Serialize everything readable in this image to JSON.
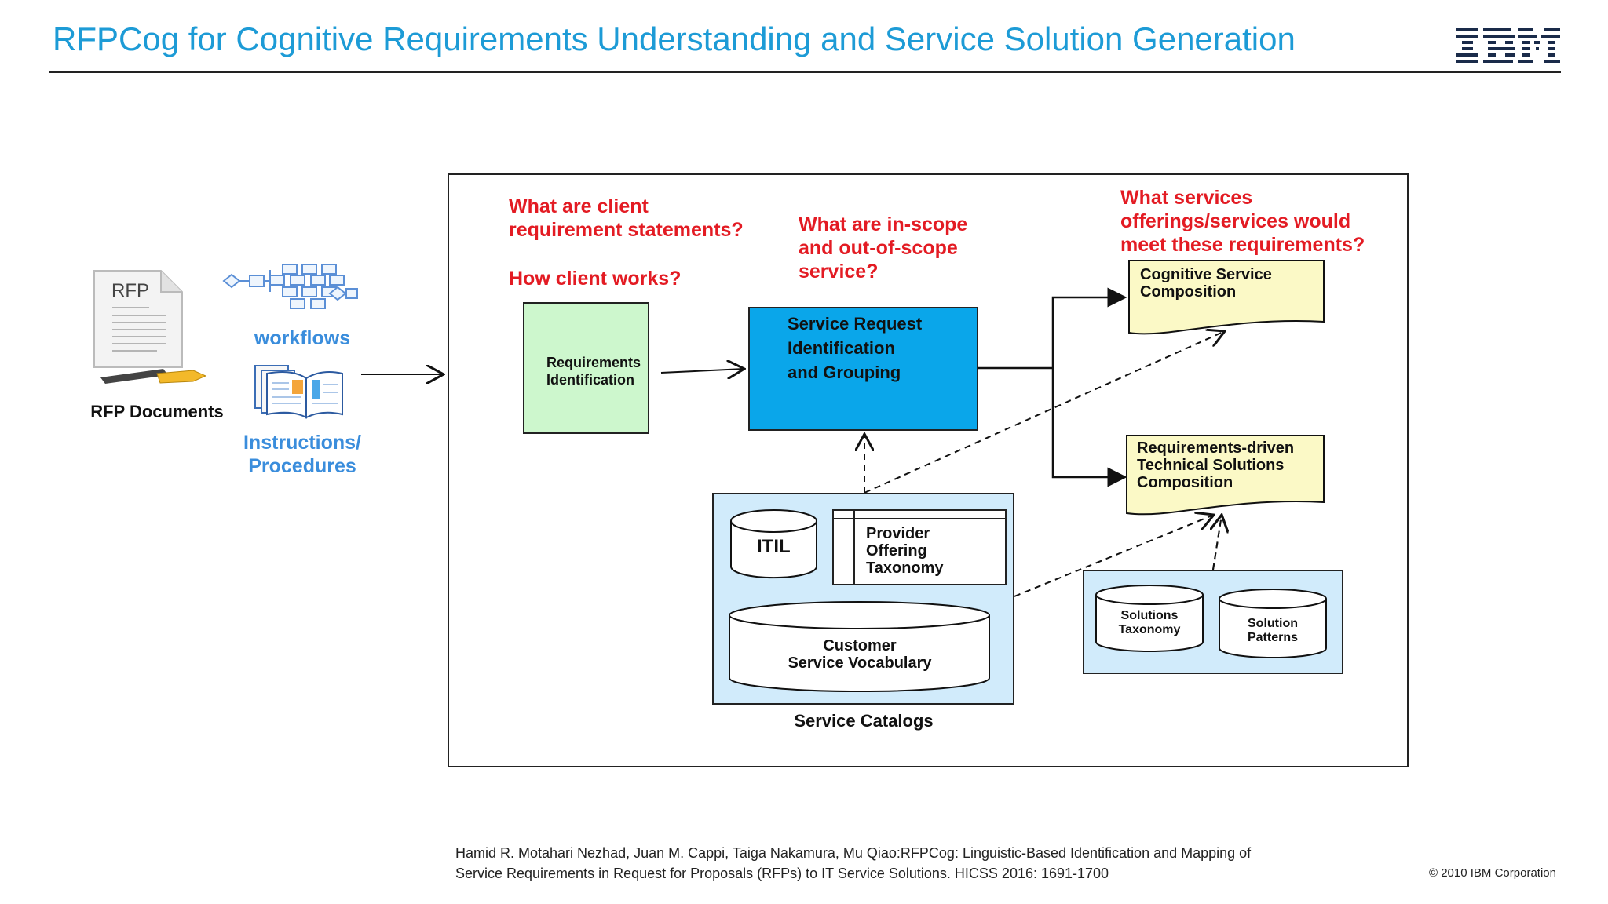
{
  "header": {
    "title": "RFPCog for Cognitive Requirements Understanding and Service Solution Generation",
    "logo_text": "IBM"
  },
  "inputs": {
    "rfp_icon_text": "RFP",
    "rfp_label": "RFP Documents",
    "workflows_label": "workflows",
    "instructions_label_line1": "Instructions/",
    "instructions_label_line2": "Procedures"
  },
  "questions": {
    "q1_line1": "What are client",
    "q1_line2": "requirement statements?",
    "q2": "How client works?",
    "q3_line1": "What are in-scope",
    "q3_line2": "and out-of-scope",
    "q3_line3": "service?",
    "q4_line1": "What services",
    "q4_line2": "offerings/services would",
    "q4_line3": "meet these requirements?"
  },
  "nodes": {
    "requirements_line1": "Requirements",
    "requirements_line2": "Identification",
    "service_request_line1": "Service Request",
    "service_request_line2": "Identification",
    "service_request_line3": "and Grouping",
    "cognitive_line1": "Cognitive Service",
    "cognitive_line2": "Composition",
    "technical_line1": "Requirements-driven",
    "technical_line2": "Technical Solutions",
    "technical_line3": "Composition",
    "itil": "ITIL",
    "provider_line1": "Provider",
    "provider_line2": "Offering",
    "provider_line3": "Taxonomy",
    "customer_line1": "Customer",
    "customer_line2": "Service Vocabulary",
    "catalogs_label": "Service Catalogs",
    "solutions_taxonomy_line1": "Solutions",
    "solutions_taxonomy_line2": "Taxonomy",
    "solution_patterns_line1": "Solution",
    "solution_patterns_line2": "Patterns"
  },
  "footer": {
    "citation_line1": "Hamid R. Motahari Nezhad, Juan M. Cappi, Taiga Nakamura, Mu Qiao:RFPCog: Linguistic-Based  Identification and Mapping of",
    "citation_line2": "Service Requirements  in Request for Proposals (RFPs) to IT Service Solutions.  HICSS 2016: 1691-1700",
    "copyright": "© 2010 IBM Corporation"
  },
  "colors": {
    "title": "#1d9bd6",
    "question": "#e31b23",
    "requirements_fill": "#cdf7cd",
    "service_request_fill": "#0aa6ea",
    "document_fill": "#fbf9c6",
    "catalog_fill": "#d1ebfb"
  }
}
